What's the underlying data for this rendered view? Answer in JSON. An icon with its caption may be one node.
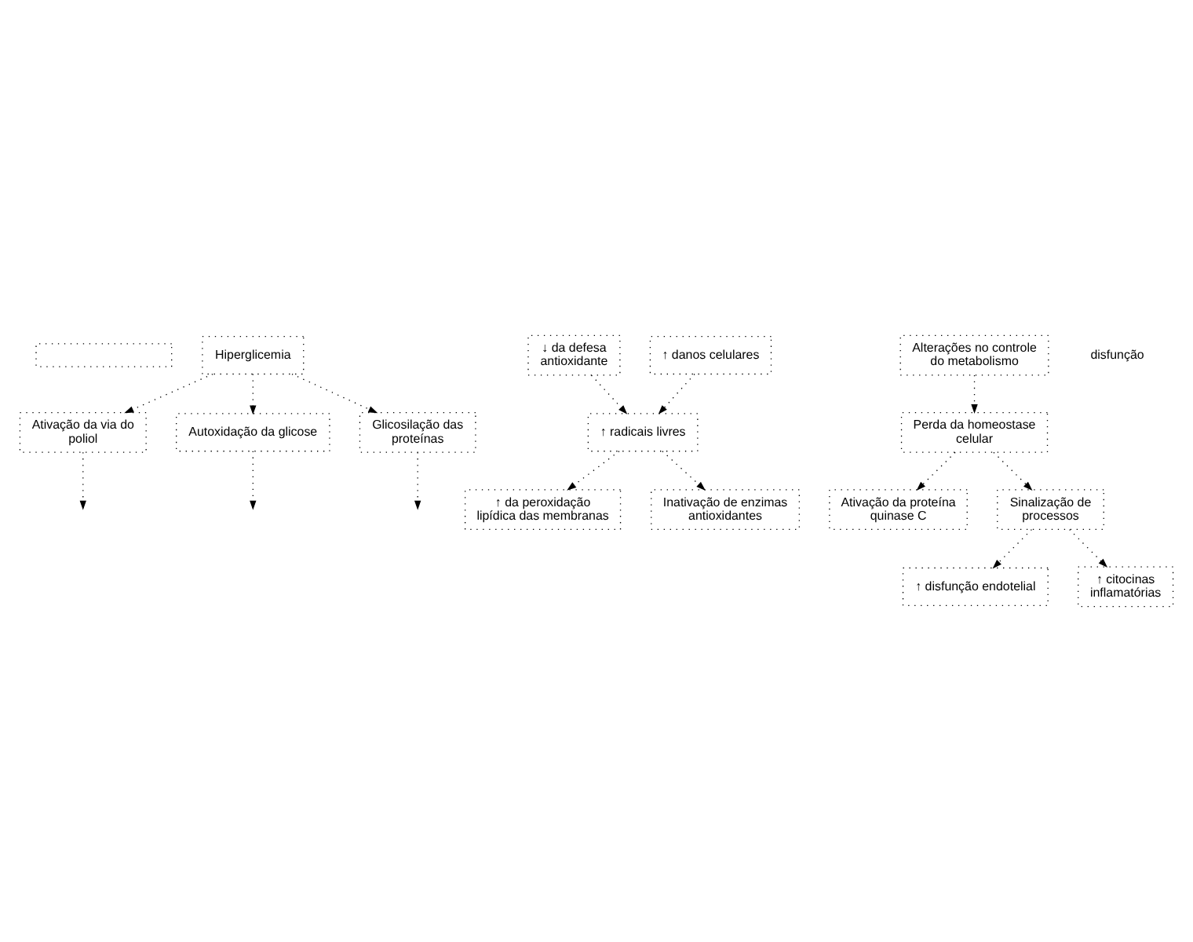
{
  "diagram": {
    "nodes": [
      {
        "text": [],
        "shape": "box"
      },
      {
        "text": [
          "Ativação da via do poliol"
        ]
      },
      {
        "text": [
          "Autoxidação da glicose"
        ]
      },
      {
        "text": [
          "Glicosilação das proteínas"
        ]
      },
      {
        "text": [
          "Hiperglicemia"
        ]
      },
      {
        "text": [
          "↑ da peroxidação lipídica das membranas"
        ]
      },
      {
        "text": [
          "↓ da defesa antioxidante"
        ]
      },
      {
        "text": [
          "↑ radicais livres"
        ]
      },
      {
        "text": [
          "Inativação de enzimas antioxidantes"
        ]
      },
      {
        "text": [
          "↑ danos celulares"
        ]
      },
      {
        "text": [
          "Ativação da proteína quinase C"
        ]
      },
      {
        "text": [
          "Alterações no controle do metabolismo"
        ]
      },
      {
        "text": [
          "Perda da homeostase celular"
        ]
      },
      {
        "text": [
          "Sinalização de processos"
        ]
      },
      {
        "text": [
          "↑ disfunção endotelial"
        ]
      },
      {
        "text": [
          "↑ citocinas inflamatórias"
        ]
      }
    ],
    "edges": [
      {
        "from": 1,
        "to": null,
        "arrow": "to"
      },
      {
        "from": 2,
        "to": null,
        "arrow": "to"
      },
      {
        "from": 3,
        "to": null,
        "arrow": "to"
      },
      {
        "from": 4,
        "to": 1,
        "arrow": "to"
      },
      {
        "from": 4,
        "to": 2,
        "arrow": "to"
      },
      {
        "from": 4,
        "to": 3,
        "arrow": "to"
      },
      {
        "from": 7,
        "to": 5,
        "arrow": "to"
      },
      {
        "from": 6,
        "to": 7,
        "arrow": "to"
      },
      {
        "from": 7,
        "to": 8,
        "arrow": "to"
      },
      {
        "from": 9,
        "to": 7,
        "arrow": "to"
      },
      {
        "from": 12,
        "to": 10,
        "arrow": "to"
      },
      {
        "from": 11,
        "to": 12,
        "arrow": "to"
      },
      {
        "from": 12,
        "to": 13,
        "arrow": "to"
      },
      {
        "from": 13,
        "to": 14,
        "arrow": "to"
      },
      {
        "from": 13,
        "to": 15,
        "arrow": "to"
      }
    ],
    "labels": [
      "disfunção"
    ]
  }
}
